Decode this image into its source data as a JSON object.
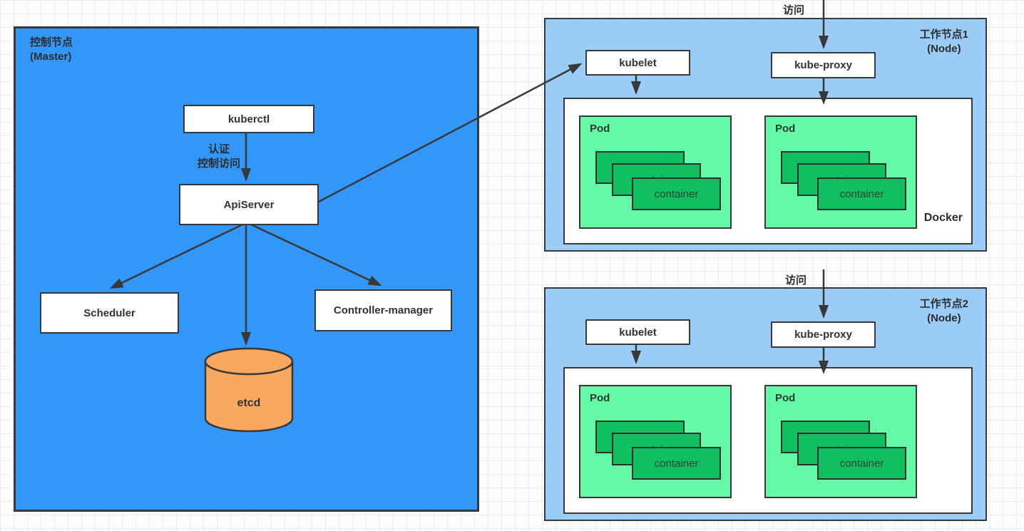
{
  "master": {
    "title": "控制节点",
    "subtitle": "(Master)",
    "kuberctl_label": "kuberctl",
    "auth_label_line1": "认证",
    "auth_label_line2": "控制访问",
    "apiserver_label": "ApiServer",
    "scheduler_label": "Scheduler",
    "controller_manager_label": "Controller-manager",
    "etcd_label": "etcd"
  },
  "workers": [
    {
      "title": "工作节点1",
      "subtitle": "(Node)",
      "access_label": "访问",
      "kubelet_label": "kubelet",
      "kube_proxy_label": "kube-proxy",
      "docker_label": "Docker",
      "pods": [
        {
          "label": "Pod",
          "containers": [
            "container",
            "container",
            "container"
          ]
        },
        {
          "label": "Pod",
          "containers": [
            "container",
            "container",
            "container"
          ]
        }
      ]
    },
    {
      "title": "工作节点2",
      "subtitle": "(Node)",
      "access_label": "访问",
      "kubelet_label": "kubelet",
      "kube_proxy_label": "kube-proxy",
      "pods": [
        {
          "label": "Pod",
          "containers": [
            "container",
            "container",
            "container"
          ]
        },
        {
          "label": "Pod",
          "containers": [
            "container",
            "container",
            "container"
          ]
        }
      ]
    }
  ],
  "colors": {
    "master_fill": "#3396f9",
    "worker_fill": "#9bccf8",
    "pod_fill": "#63f9a6",
    "container_fill": "#10bf5f",
    "etcd_fill": "#f8a85f",
    "border": "#383838"
  }
}
